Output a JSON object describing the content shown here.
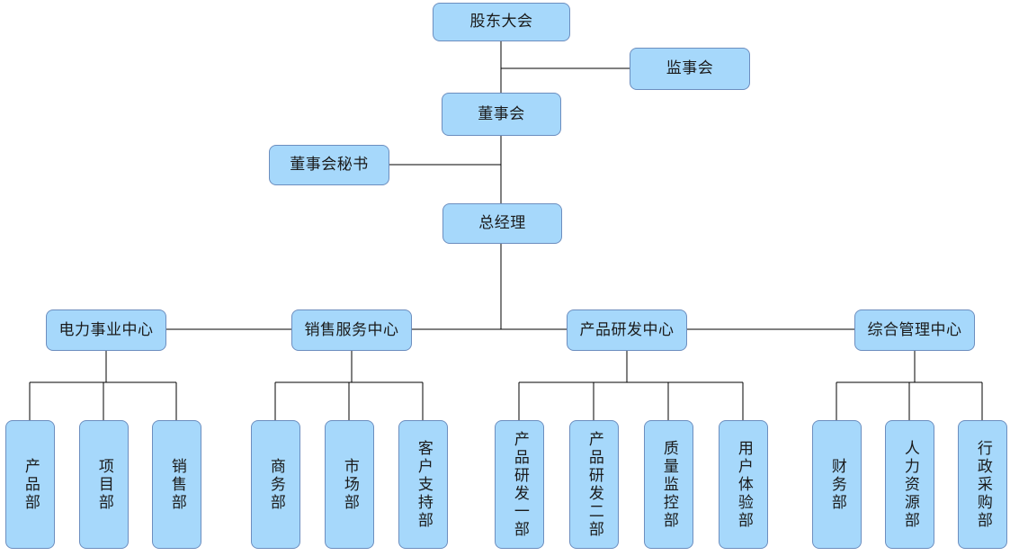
{
  "chart": {
    "type": "org-chart",
    "title": "",
    "orientation": "top-down",
    "colors": {
      "node_fill": "#a6d8fb",
      "node_border": "#6c8ebf",
      "edge": "#000000",
      "text": "#1a1a1a",
      "background": "#ffffff"
    },
    "levels": [
      {
        "level": 1,
        "nodes": [
          {
            "id": "shareholders",
            "label": "股东大会",
            "orientation": "horizontal"
          }
        ]
      },
      {
        "level": 2,
        "nodes": [
          {
            "id": "supervisory-board",
            "label": "监事会",
            "orientation": "horizontal"
          },
          {
            "id": "board-of-directors",
            "label": "董事会",
            "orientation": "horizontal"
          }
        ]
      },
      {
        "level": 3,
        "nodes": [
          {
            "id": "board-secretary",
            "label": "董事会秘书",
            "orientation": "horizontal"
          },
          {
            "id": "general-manager",
            "label": "总经理",
            "orientation": "horizontal"
          }
        ]
      },
      {
        "level": 4,
        "nodes": [
          {
            "id": "power-business-center",
            "label": "电力事业中心",
            "orientation": "horizontal"
          },
          {
            "id": "sales-service-center",
            "label": "销售服务中心",
            "orientation": "horizontal"
          },
          {
            "id": "product-rnd-center",
            "label": "产品研发中心",
            "orientation": "horizontal"
          },
          {
            "id": "general-management-center",
            "label": "综合管理中心",
            "orientation": "horizontal"
          }
        ]
      },
      {
        "level": 5,
        "nodes": [
          {
            "id": "product-dept",
            "label": "产品部",
            "orientation": "vertical",
            "parent": "power-business-center"
          },
          {
            "id": "project-dept",
            "label": "项目部",
            "orientation": "vertical",
            "parent": "power-business-center"
          },
          {
            "id": "sales-dept",
            "label": "销售部",
            "orientation": "vertical",
            "parent": "power-business-center"
          },
          {
            "id": "business-dept",
            "label": "商务部",
            "orientation": "vertical",
            "parent": "sales-service-center"
          },
          {
            "id": "market-dept",
            "label": "市场部",
            "orientation": "vertical",
            "parent": "sales-service-center"
          },
          {
            "id": "customer-support-dept",
            "label": "客户支持部",
            "orientation": "vertical",
            "parent": "sales-service-center"
          },
          {
            "id": "rnd-dept-1",
            "label": "产品研发一部",
            "orientation": "vertical",
            "parent": "product-rnd-center"
          },
          {
            "id": "rnd-dept-2",
            "label": "产品研发二部",
            "orientation": "vertical",
            "parent": "product-rnd-center"
          },
          {
            "id": "quality-control-dept",
            "label": "质量监控部",
            "orientation": "vertical",
            "parent": "product-rnd-center"
          },
          {
            "id": "user-experience-dept",
            "label": "用户体验部",
            "orientation": "vertical",
            "parent": "product-rnd-center"
          },
          {
            "id": "finance-dept",
            "label": "财务部",
            "orientation": "vertical",
            "parent": "general-management-center"
          },
          {
            "id": "hr-dept",
            "label": "人力资源部",
            "orientation": "vertical",
            "parent": "general-management-center"
          },
          {
            "id": "admin-procurement-dept",
            "label": "行政采购部",
            "orientation": "vertical",
            "parent": "general-management-center"
          }
        ]
      }
    ],
    "nodes": {
      "shareholders": "股东大会",
      "supervisory_board": "监事会",
      "board_of_directors": "董事会",
      "board_secretary": "董事会秘书",
      "general_manager": "总经理",
      "power_business_center": "电力事业中心",
      "sales_service_center": "销售服务中心",
      "product_rnd_center": "产品研发中心",
      "general_management_center": "综合管理中心",
      "product_dept": "产品部",
      "project_dept": "项目部",
      "sales_dept": "销售部",
      "business_dept": "商务部",
      "market_dept": "市场部",
      "customer_support_dept": "客户支持部",
      "rnd_dept_1": "产品研发一部",
      "rnd_dept_2": "产品研发二部",
      "quality_control_dept": "质量监控部",
      "user_experience_dept": "用户体验部",
      "finance_dept": "财务部",
      "hr_dept": "人力资源部",
      "admin_procurement_dept": "行政采购部"
    }
  }
}
